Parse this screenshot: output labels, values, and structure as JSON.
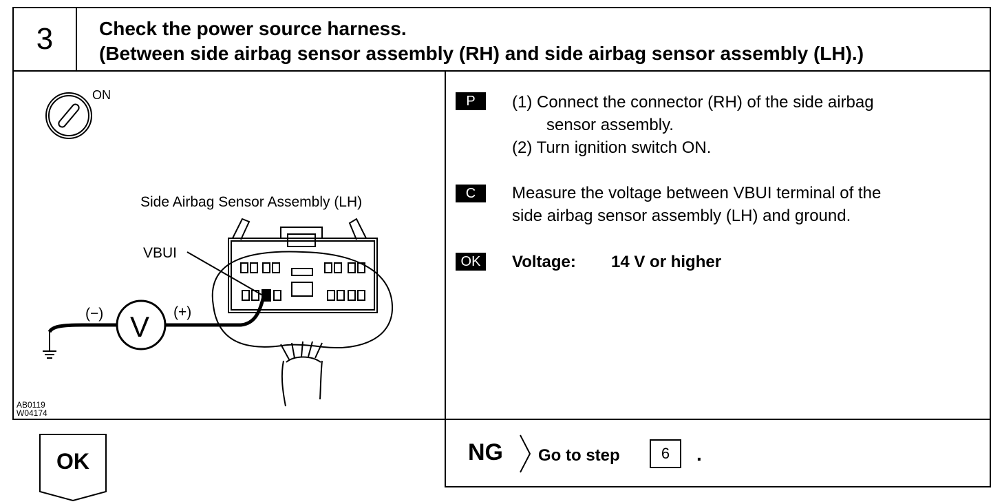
{
  "step": {
    "number": "3",
    "title_line1": "Check the power source harness.",
    "title_line2": "(Between side airbag sensor assembly (RH) and side airbag sensor assembly (LH).)"
  },
  "figure": {
    "switch_label": "ON",
    "component_label": "Side Airbag Sensor Assembly (LH)",
    "terminal_label": "VBUI",
    "minus_label": "(−)",
    "plus_label": "(+)",
    "meter_symbol": "V",
    "code1": "AB0119",
    "code2": "W04174"
  },
  "instructions": {
    "p_tag": "P",
    "p_line1": "(1) Connect the connector (RH) of the side airbag",
    "p_line2": "sensor assembly.",
    "p_line3": "(2) Turn ignition switch ON.",
    "c_tag": "C",
    "c_line1": "Measure the voltage between VBUI terminal of the",
    "c_line2": "side airbag sensor assembly (LH) and ground.",
    "ok_tag": "OK",
    "ok_label": "Voltage:",
    "ok_value": "14 V or higher"
  },
  "result": {
    "ok_label": "OK",
    "ng_label": "NG",
    "go_to_step": "Go to step",
    "target_step": "6",
    "period": "."
  }
}
